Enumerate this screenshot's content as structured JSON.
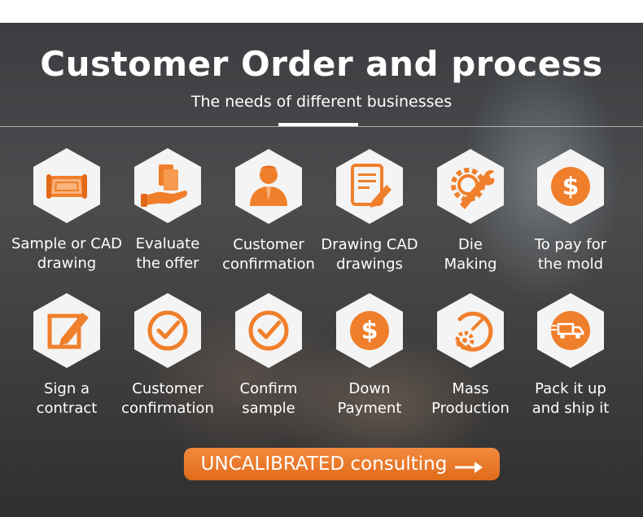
{
  "header": {
    "title": "Customer Order and process",
    "subtitle": "The needs of different businesses"
  },
  "steps": [
    {
      "icon": "blueprint-icon",
      "line1": "Sample or CAD",
      "line2": "drawing"
    },
    {
      "icon": "hand-offer-icon",
      "line1": "Evaluate",
      "line2": "the offer"
    },
    {
      "icon": "customer-person-icon",
      "line1": "Customer",
      "line2": "confirmation"
    },
    {
      "icon": "document-edit-icon",
      "line1": "Drawing CAD",
      "line2": "drawings"
    },
    {
      "icon": "gear-wrench-icon",
      "line1": "Die",
      "line2": "Making"
    },
    {
      "icon": "dollar-coin-icon",
      "line1": "To pay for",
      "line2": "the mold"
    },
    {
      "icon": "contract-pen-icon",
      "line1": "Sign a",
      "line2": "contract"
    },
    {
      "icon": "check-circle-icon",
      "line1": "Customer",
      "line2": "confirmation"
    },
    {
      "icon": "check-circle-icon",
      "line1": "Confirm",
      "line2": "sample"
    },
    {
      "icon": "dollar-coin-icon",
      "line1": "Down",
      "line2": "Payment"
    },
    {
      "icon": "gear-gauge-icon",
      "line1": "Mass",
      "line2": "Production"
    },
    {
      "icon": "delivery-truck-icon",
      "line1": "Pack it up",
      "line2": "and ship it"
    }
  ],
  "cta": {
    "label": "UNCALIBRATED consulting",
    "icon": "arrow-right-icon"
  },
  "colors": {
    "accent": "#f07f2b",
    "hex_fill": "#f4f4f4",
    "text": "#ffffff"
  }
}
